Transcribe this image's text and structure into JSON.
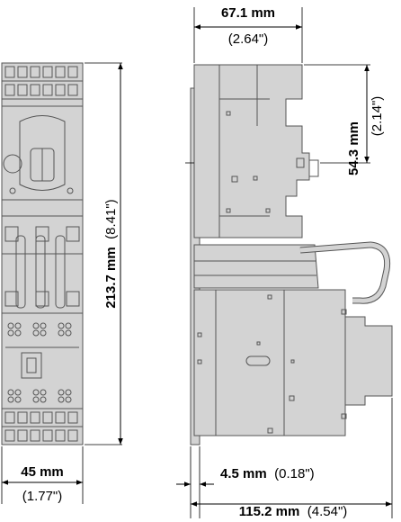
{
  "dimensions": {
    "top_width": {
      "value": "67.1 mm",
      "imperial": "(2.64\")"
    },
    "right_height": {
      "value": "54.3 mm",
      "imperial": "(2.14\")"
    },
    "total_height": {
      "value": "213.7 mm",
      "imperial": "(8.41\")"
    },
    "front_width": {
      "value": "45 mm",
      "imperial": "(1.77\")"
    },
    "offset": {
      "value": "4.5 mm",
      "imperial": "(0.18\")"
    },
    "total_depth": {
      "value": "115.2 mm",
      "imperial": "(4.54\")"
    }
  },
  "colors": {
    "body": "#d3d3d3",
    "outline": "#555555",
    "dimension": "#000000"
  }
}
